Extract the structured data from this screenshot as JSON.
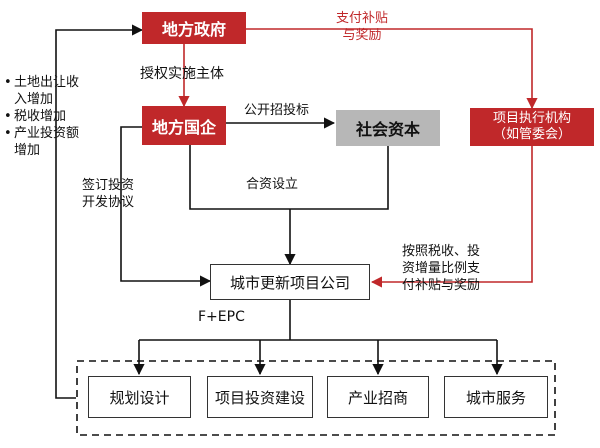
{
  "nodes": {
    "local_gov": "地方政府",
    "local_soe": "地方国企",
    "social_capital": "社会资本",
    "exec_agency": [
      "项目执行机构",
      "（如管委会）"
    ],
    "project_company": "城市更新项目公司",
    "planning_design": "规划设计",
    "investment_construction": "项目投资建设",
    "industry_attraction": "产业招商",
    "city_services": "城市服务"
  },
  "edge_labels": {
    "authorize": "授权实施主体",
    "subsidy_reward": [
      "支付补贴",
      "与奖励"
    ],
    "public_tender": "公开招投标",
    "joint_venture": "合资设立",
    "sign_agreement": [
      "签订投资",
      "开发协议"
    ],
    "proportional_subsidy": [
      "按照税收、投",
      "资增量比例支",
      "付补贴与奖励"
    ],
    "fepc": "F+EPC"
  },
  "benefits": [
    "土地出让收入增加",
    "税收增加",
    "产业投资额增加"
  ],
  "benefit_lines": [
    [
      "土地出让收",
      "入增加"
    ],
    [
      "税收增加"
    ],
    [
      "产业投资额",
      "增加"
    ]
  ],
  "colors": {
    "red": "#c0282a",
    "gray": "#b7b7b7",
    "line": "#111111"
  }
}
